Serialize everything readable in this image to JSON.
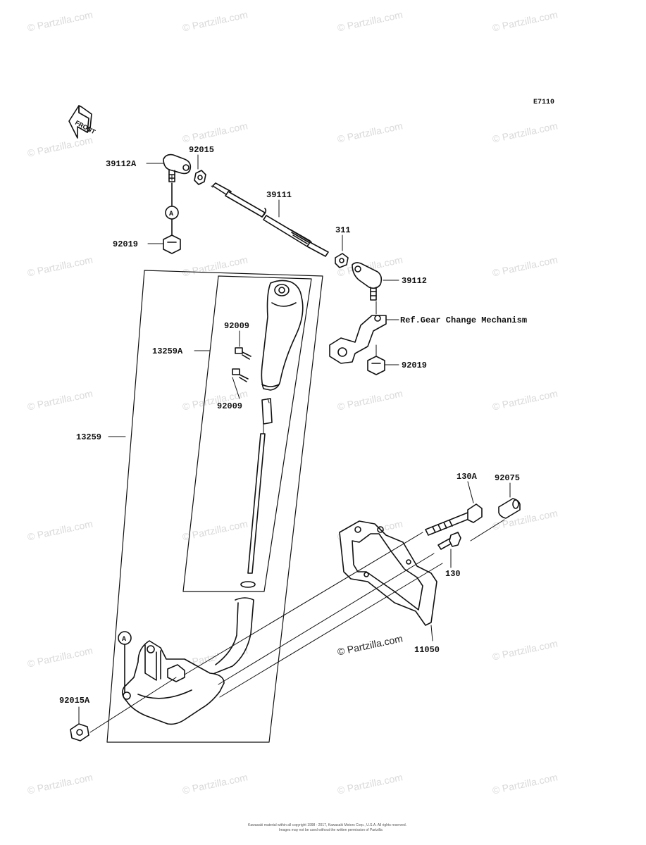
{
  "diagram_code": "E7110",
  "front_label": "FRONT",
  "ref_note": "Ref.Gear Change Mechanism",
  "circle_marker": "A",
  "watermark": "© Partzilla.com",
  "footer": {
    "line1": "Kawasaki material within all copyright 1998 - 2017, Kawasaki Motors Corp., U.S.A. All rights reserved.",
    "line2": "Images may not be used without the written permission of Partzilla"
  },
  "parts": {
    "p39112A": "39112A",
    "p92015": "92015",
    "p39111": "39111",
    "p311": "311",
    "p39112": "39112",
    "p92019_left": "92019",
    "p92019_right": "92019",
    "p92009_top": "92009",
    "p92009_bottom": "92009",
    "p13259A": "13259A",
    "p13259": "13259",
    "p130A": "130A",
    "p92075": "92075",
    "p130": "130",
    "p11050": "11050",
    "p92015A": "92015A"
  },
  "colors": {
    "line": "#111111",
    "watermark": "#d9d9d9",
    "background": "#ffffff"
  }
}
